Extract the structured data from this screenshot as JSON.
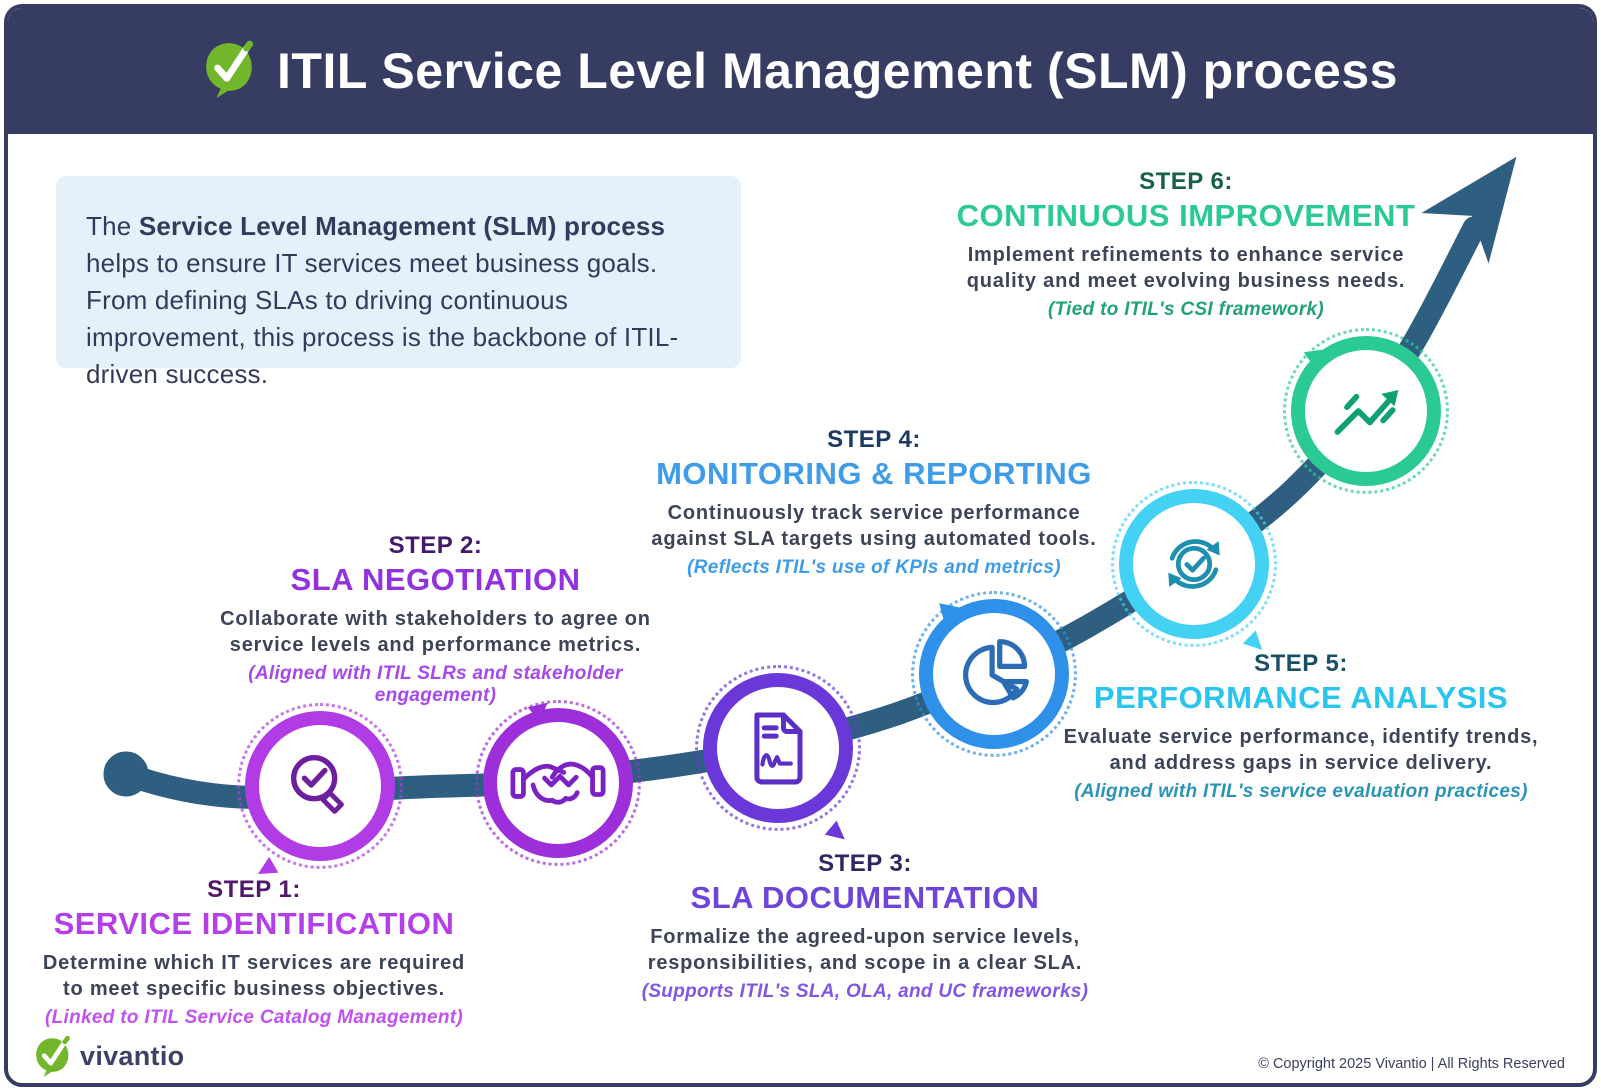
{
  "header": {
    "title": "ITIL Service Level Management (SLM) process"
  },
  "intro": {
    "prefix": "The ",
    "bold": "Service Level Management (SLM) process",
    "suffix": " helps to ensure IT services meet business goals. From defining SLAs to driving continuous improvement, this process is the backbone of ITIL-driven success."
  },
  "steps": [
    {
      "label": "STEP 1:",
      "title": "SERVICE IDENTIFICATION",
      "description": "Determine which IT services are required to meet specific business objectives.",
      "note": "(Linked to ITIL Service Catalog Management)",
      "icon": "magnifier-check-icon",
      "colors": {
        "ring": "#b13ce6",
        "icon": "#6d1f9e",
        "label": "#4f1a6a",
        "title": "#b43ee8",
        "note": "#c252ef"
      }
    },
    {
      "label": "STEP 2:",
      "title": "SLA NEGOTIATION",
      "description": "Collaborate with stakeholders to agree on service levels and performance metrics.",
      "note": "(Aligned with ITIL SLRs and stakeholder engagement)",
      "icon": "handshake-icon",
      "colors": {
        "ring": "#9c2fd9",
        "icon": "#7b22c4",
        "label": "#43196b",
        "title": "#9232de",
        "note": "#a648ea"
      }
    },
    {
      "label": "STEP 3:",
      "title": "SLA DOCUMENTATION",
      "description": "Formalize the agreed-upon service levels, responsibilities, and scope in a clear SLA.",
      "note": "(Supports ITIL's SLA, OLA, and UC frameworks)",
      "icon": "document-icon",
      "colors": {
        "ring": "#6a38d8",
        "icon": "#5b2fc4",
        "label": "#2f2760",
        "title": "#6e44d9",
        "note": "#8156e0"
      }
    },
    {
      "label": "STEP 4:",
      "title": "MONITORING & REPORTING",
      "description": "Continuously track service performance against SLA targets using automated tools.",
      "note": "(Reflects ITIL's use of KPIs and metrics)",
      "icon": "pie-chart-icon",
      "colors": {
        "ring": "#2f90e9",
        "icon": "#2a6cb5",
        "label": "#1c3a62",
        "title": "#3f9ce9",
        "note": "#3f9ce9"
      }
    },
    {
      "label": "STEP 5:",
      "title": "PERFORMANCE ANALYSIS",
      "description": "Evaluate service performance, identify trends, and address gaps in service delivery.",
      "note": "(Aligned with ITIL's service evaluation practices)",
      "icon": "sync-check-icon",
      "colors": {
        "ring": "#43d2f4",
        "icon": "#1f8fb0",
        "label": "#1a5066",
        "title": "#2ac4ee",
        "note": "#2a94b8"
      }
    },
    {
      "label": "STEP 6:",
      "title": "CONTINUOUS IMPROVEMENT",
      "description": "Implement refinements to enhance service quality and meet evolving business needs.",
      "note": "(Tied to ITIL's CSI framework)",
      "icon": "growth-arrow-icon",
      "colors": {
        "ring": "#2aca92",
        "icon": "#0fa173",
        "label": "#156247",
        "title": "#2bc993",
        "note": "#21a377"
      }
    }
  ],
  "footer": {
    "brand": "vivantio",
    "copyright": "© Copyright 2025 Vivantio | All Rights Reserved"
  },
  "palette": {
    "curve": "#2f5f80",
    "header_bg": "#373d62",
    "intro_bg": "#e4f1fa",
    "body_text": "#3d4457"
  }
}
